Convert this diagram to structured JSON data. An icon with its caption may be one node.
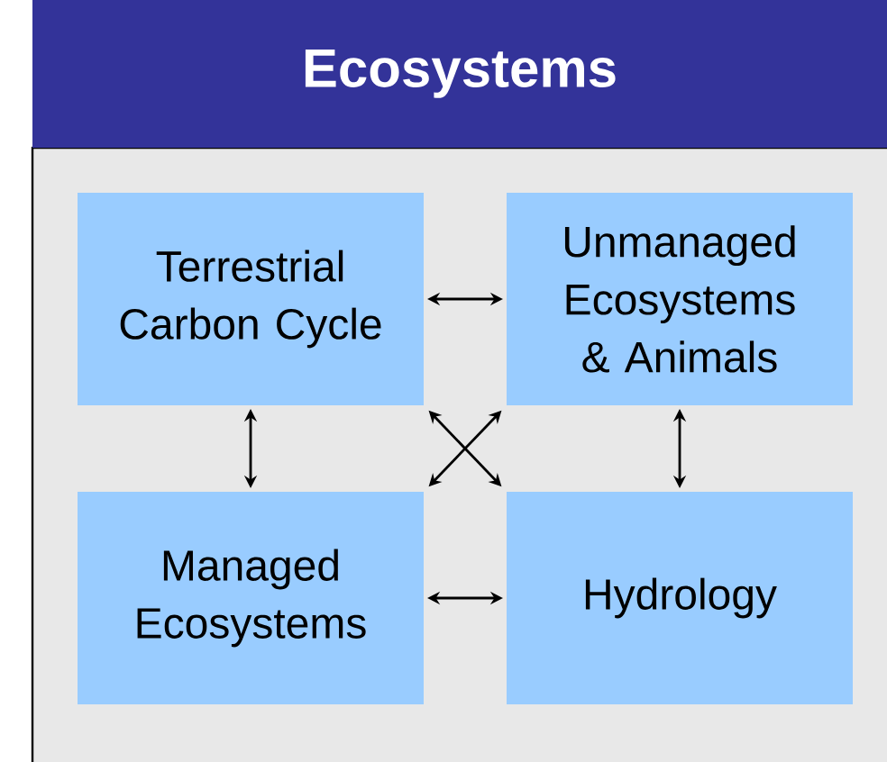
{
  "diagram": {
    "title": "Ecosystems",
    "nodes": [
      {
        "text": [
          "Terrestrial Carbon Cycle"
        ]
      },
      {
        "text": [
          "Unmanaged Ecosystems & Animals"
        ]
      },
      {
        "text": [
          "Managed Ecosystems"
        ]
      },
      {
        "text": [
          "Hydrology"
        ]
      }
    ],
    "edges": [
      {
        "from": 0,
        "to": 1,
        "arrow": "both"
      },
      {
        "from": 0,
        "to": 2,
        "arrow": "both"
      },
      {
        "from": 1,
        "to": 3,
        "arrow": "both"
      },
      {
        "from": 0,
        "to": 3,
        "arrow": "both"
      },
      {
        "from": 1,
        "to": 2,
        "arrow": "both"
      },
      {
        "from": 2,
        "to": 3,
        "arrow": "both"
      }
    ]
  }
}
